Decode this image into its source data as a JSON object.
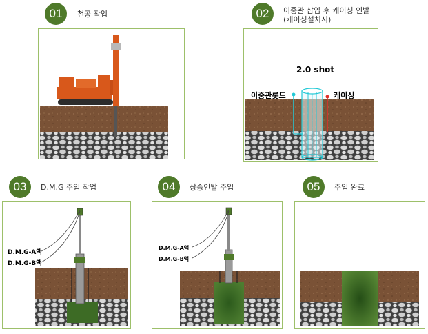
{
  "steps": [
    {
      "number": "01",
      "title": "천공 작업"
    },
    {
      "number": "02",
      "title": "이중관 삽입 후 케이싱 인발",
      "subtitle": "(케이싱설치시)"
    },
    {
      "number": "03",
      "title": "D.M.G 주입 작업"
    },
    {
      "number": "04",
      "title": "상승인발 주입"
    },
    {
      "number": "05",
      "title": "주입 완료"
    }
  ],
  "step2_labels": {
    "shot": "2.0 shot",
    "rod": "이중관롯드",
    "casing": "케이싱"
  },
  "step3_labels": {
    "a": "D.M.G-A액",
    "b": "D.M.G-B액"
  },
  "step4_labels": {
    "a": "D.M.G-A액",
    "b": "D.M.G-B액"
  },
  "colors": {
    "badge": "#4f7a2a",
    "panel_border": "#9dc06a",
    "grout": "#3d6b25",
    "soil": "#7a5236",
    "rig": "#d8581b"
  }
}
